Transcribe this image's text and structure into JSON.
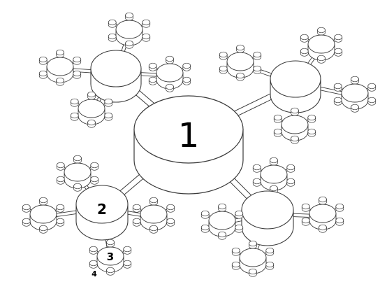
{
  "diagram": {
    "levels": [
      {
        "level": "1",
        "label": "1"
      },
      {
        "level": "2",
        "label": "2"
      },
      {
        "level": "3",
        "label": "3"
      },
      {
        "level": "4",
        "label": "4"
      }
    ],
    "colors": {
      "stroke": "#3a3a3a",
      "fill": "#ffffff",
      "text": "#000000"
    },
    "structure": {
      "level1_children": 4,
      "level2_children_each": 4,
      "level3_children_each": 6
    }
  }
}
